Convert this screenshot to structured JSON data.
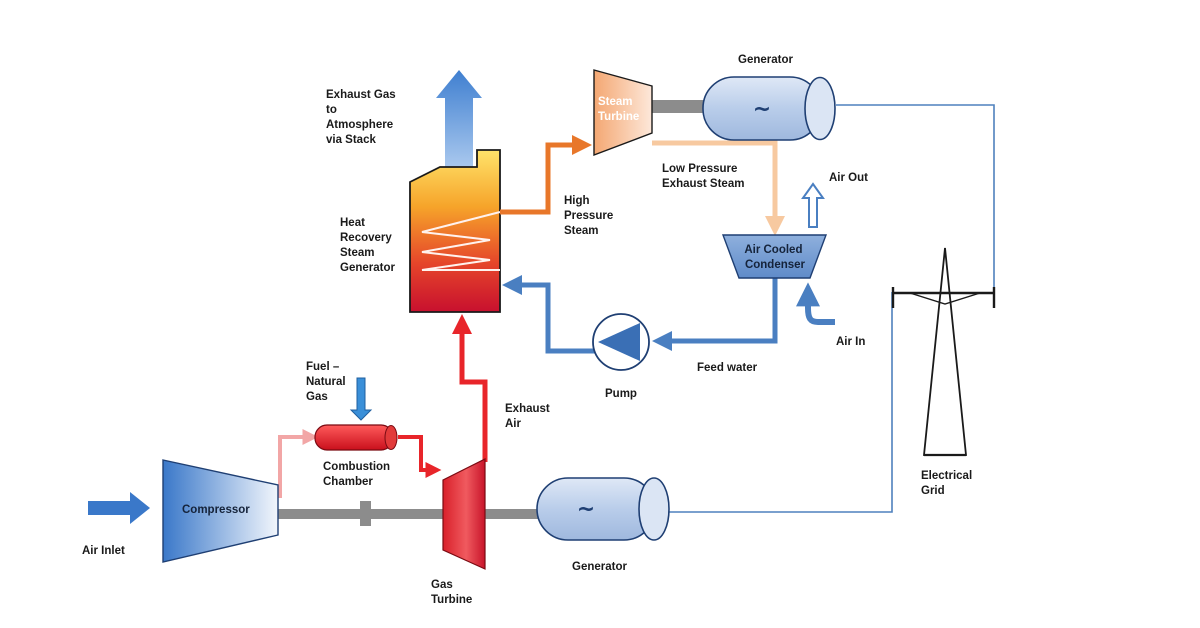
{
  "labels": {
    "exhaust_gas": [
      "Exhaust Gas",
      "to",
      "Atmosphere",
      "via Stack"
    ],
    "hrsg": [
      "Heat",
      "Recovery",
      "Steam",
      "Generator"
    ],
    "steam_turbine": [
      "Steam",
      "Turbine"
    ],
    "generator_top": "Generator",
    "lp_steam": [
      "Low Pressure",
      "Exhaust Steam"
    ],
    "air_out": "Air Out",
    "hp_steam": [
      "High",
      "Pressure",
      "Steam"
    ],
    "condenser": [
      "Air Cooled",
      "Condenser"
    ],
    "air_in": "Air  In",
    "feed_water": "Feed water",
    "pump": "Pump",
    "fuel": [
      "Fuel –",
      "Natural",
      "Gas"
    ],
    "exhaust_air": [
      "Exhaust",
      "Air"
    ],
    "combustion": [
      "Combustion",
      "Chamber"
    ],
    "compressor": "Compressor",
    "air_inlet": "Air  Inlet",
    "gas_turbine": [
      "Gas",
      "Turbine"
    ],
    "generator_bottom": "Generator",
    "grid": [
      "Electrical",
      "Grid"
    ],
    "generator_symbol": "~"
  },
  "colors": {
    "feed_water_pipe": "#4a7fc1",
    "exhaust_air_pipe": "#e8252a",
    "hp_steam_pipe": "#e8772a",
    "lp_steam_pipe": "#f7c9a0",
    "electric_line": "#4f81bd",
    "shaft": "#8c8c8c"
  }
}
